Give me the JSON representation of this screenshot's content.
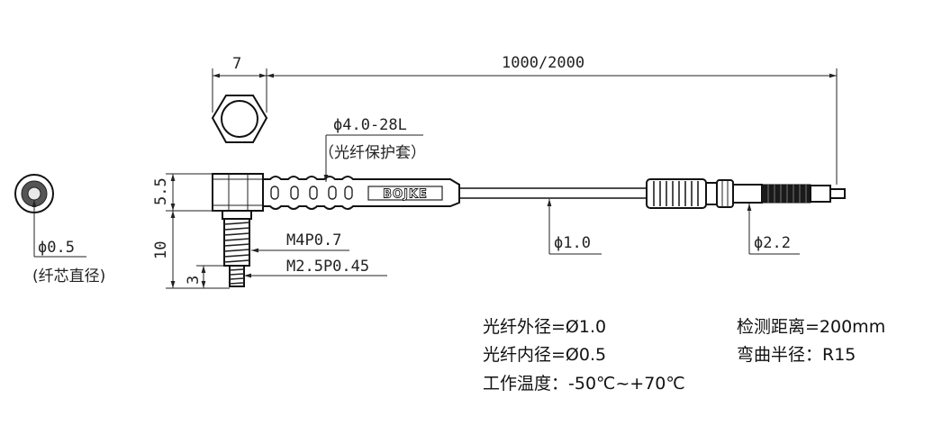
{
  "dimensions": {
    "hex_width": "7",
    "cable_length": "1000/2000",
    "body_height": "5.5",
    "thread_length": "10",
    "tip_length": "3"
  },
  "callouts": {
    "sleeve_diameter": "ϕ4.0-28L",
    "sleeve_note": "（光纤保护套）",
    "thread_m4": "M4P0.7",
    "thread_m2": "M2.5P0.45",
    "fiber_diameter": "ϕ1.0",
    "ferrule_diameter": "ϕ2.2",
    "core_diameter": "ϕ0.5",
    "core_note": "(纤芯直径)"
  },
  "brand": "BOJKE",
  "specs": {
    "outer_diameter": "光纤外径=Ø1.0",
    "inner_diameter": "光纤内径=Ø0.5",
    "temperature": "工作温度：-50℃~+70℃",
    "distance": "检测距离=200mm",
    "bend_radius": "弯曲半径：R15"
  }
}
